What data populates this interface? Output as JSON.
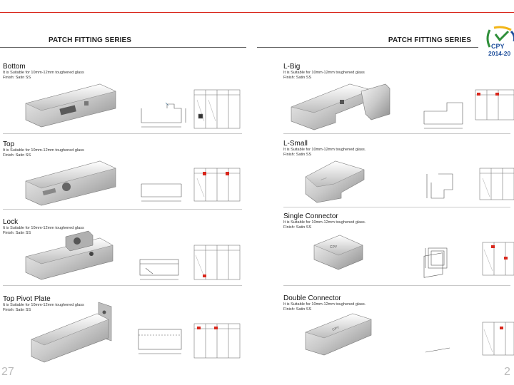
{
  "header": {
    "left_title": "PATCH FITTING SERIES",
    "right_title": "PATCH FITTING SERIES"
  },
  "logo": {
    "brand": "CPY",
    "year": "2014-20",
    "icon": "cpy-badge-icon"
  },
  "products": [
    {
      "name": "Bottom",
      "spec": "It is Suitable for 10mm-12mm toughened glass",
      "finish": "Finish: Satin SS"
    },
    {
      "name": "Top",
      "spec": "It is Suitable for 10mm-12mm toughened glass",
      "finish": "Finish: Satin SS"
    },
    {
      "name": "Lock",
      "spec": "It is Suitable for 10mm-12mm toughened glass",
      "finish": "Finish: Satin SS"
    },
    {
      "name": "Top Pivot Plate",
      "spec": "It is Suitable for 10mm-12mm toughened glass",
      "finish": "Finish: Satin SS"
    },
    {
      "name": "L-Big",
      "spec": "It is Suitable for 10mm-12mm toughened glass",
      "finish": "Finish: Satin SS"
    },
    {
      "name": "L-Small",
      "spec": "It is Suitable for 10mm-12mm toughened glass.",
      "finish": "Finish: Satin SS"
    },
    {
      "name": "Single Connector",
      "spec": "It is Suitable for 10mm-12mm toughened glass.",
      "finish": "Finish: Satin SS"
    },
    {
      "name": "Double Connector",
      "spec": "It is Suitable for 10mm-12mm toughened glass.",
      "finish": "Finish: Satin SS"
    }
  ],
  "footer": {
    "left_page": "27",
    "right_page": "2"
  }
}
